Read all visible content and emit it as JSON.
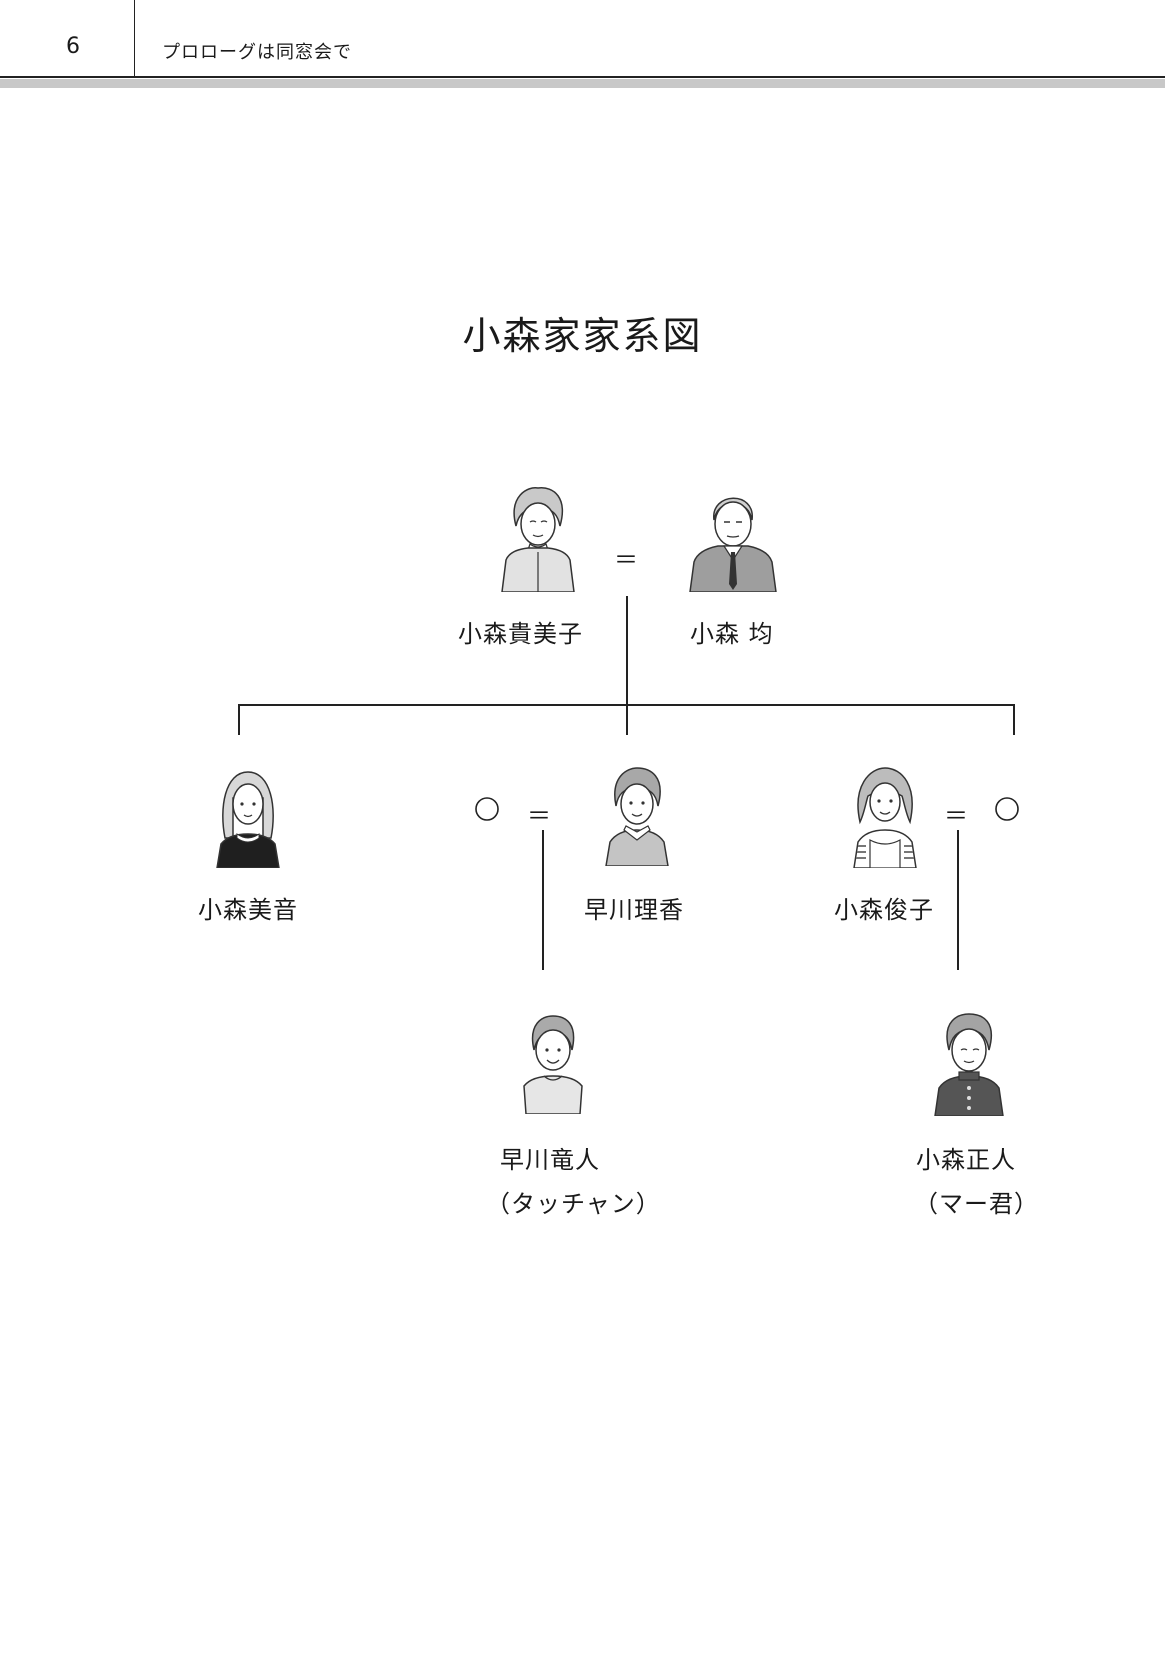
{
  "header": {
    "page_number": "6",
    "running_title": "プロローグは同窓会で"
  },
  "title": "小森家家系図",
  "marriage_symbol": "＝",
  "unknown_spouse_symbol": "○",
  "people": {
    "kimiko": {
      "name": "小森貴美子"
    },
    "hitoshi": {
      "name": "小森 均"
    },
    "mio": {
      "name": "小森美音"
    },
    "rika": {
      "name": "早川理香"
    },
    "shunko": {
      "name": "小森俊子"
    },
    "tatsuto": {
      "name": "早川竜人",
      "nickname": "（タッチャン）"
    },
    "masato": {
      "name": "小森正人",
      "nickname": "（マー君）"
    }
  }
}
